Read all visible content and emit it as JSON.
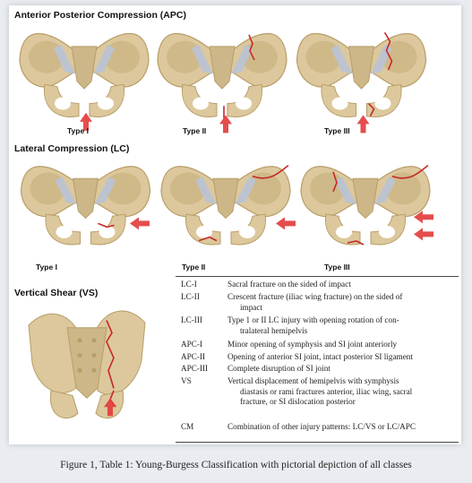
{
  "sections": {
    "apc": {
      "title": "Anterior Posterior Compression (APC)",
      "types": [
        "Type I",
        "Type II",
        "Type III"
      ]
    },
    "lc": {
      "title": "Lateral Compression (LC)",
      "types": [
        "Type I",
        "Type II",
        "Type III"
      ]
    },
    "vs": {
      "title": "Vertical Shear (VS)"
    }
  },
  "table": {
    "rows": [
      {
        "code": "LC-I",
        "lines": [
          "Sacral fracture on the sided of impact"
        ]
      },
      {
        "code": "LC-II",
        "lines": [
          "Crescent fracture (iliac wing fracture) on the sided of",
          "impact"
        ]
      },
      {
        "code": "LC-III",
        "lines": [
          "Type 1 or II LC injury with opening rotation of con-",
          "tralateral hemipelvis"
        ]
      },
      {
        "code": "APC-I",
        "lines": [
          "Minor opening of symphysis and SI joint anteriorly"
        ]
      },
      {
        "code": "APC-II",
        "lines": [
          "Opening of anterior SI joint, intact posterior SI ligament"
        ]
      },
      {
        "code": "APC-III",
        "lines": [
          "Complete disruption of SI joint"
        ]
      },
      {
        "code": "VS",
        "lines": [
          "Vertical displacement of hemipelvis with symphysis",
          "diastasis or rami fractures anterior, iliac wing, sacral",
          "fracture, or SI dislocation posterior"
        ]
      },
      {
        "code": "CM",
        "lines": [
          "Combination of other injury patterns: LC/VS or LC/APC"
        ]
      }
    ]
  },
  "caption": "Figure 1, Table 1: Young-Burgess Classification with pictorial depiction of all classes",
  "colors": {
    "bone": "#dcc89c",
    "bone_shade": "#b89d68",
    "ligament": "#b9c3d6",
    "arrow": "#e23a3a",
    "fracture": "#c62828"
  }
}
